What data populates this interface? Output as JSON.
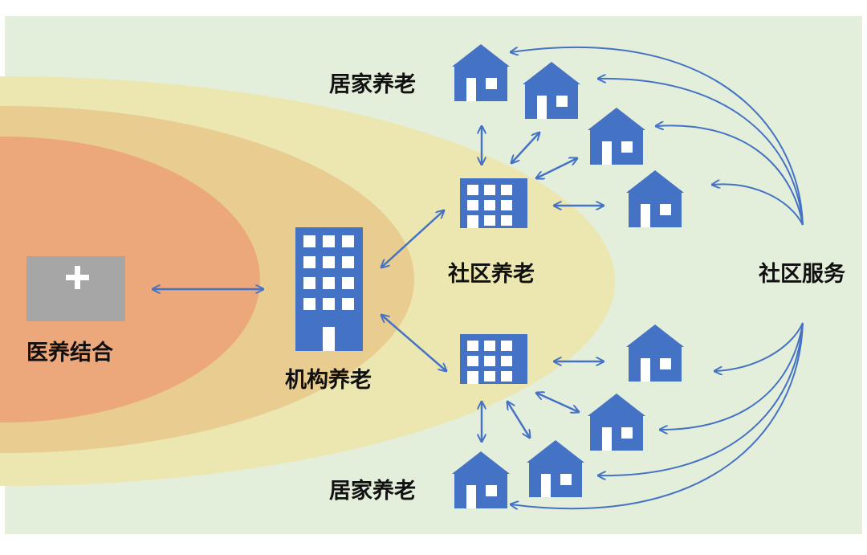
{
  "labels": {
    "medical_care": "医养结合",
    "institutional_care": "机构养老",
    "community_care": "社区养老",
    "home_care_top": "居家养老",
    "home_care_bottom": "居家养老",
    "community_services": "社区服务"
  },
  "icons": {
    "medical": "medical-cross-icon",
    "institution": "office-building-icon",
    "community_center": "community-building-icon",
    "home": "house-icon"
  },
  "colors": {
    "background": "#e4efdb",
    "ellipse_outer": "#ece6b0",
    "ellipse_middle": "#e8cc90",
    "ellipse_inner": "#eca87a",
    "icon_blue": "#4472c4",
    "medical_box": "#a6a6a6"
  }
}
